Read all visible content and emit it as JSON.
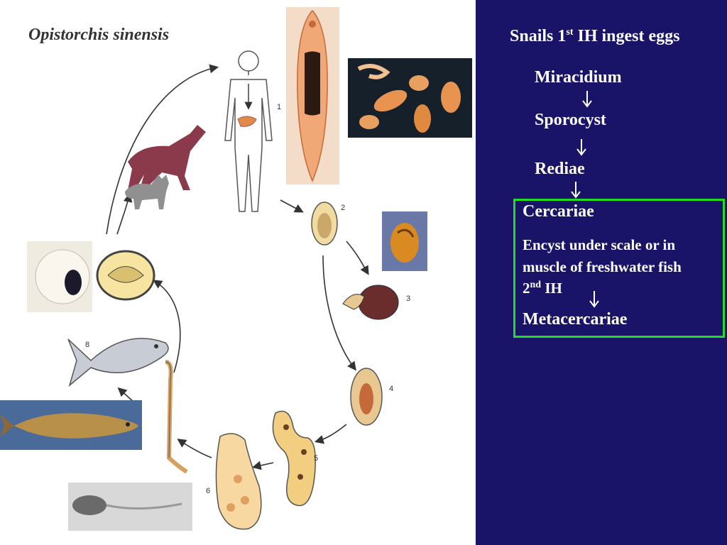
{
  "figure": {
    "title": "Opistorchis sinensis",
    "stage_numbers": [
      "1",
      "2",
      "3",
      "4",
      "5",
      "6",
      "8"
    ]
  },
  "text_panel": {
    "heading_pre": "Snails 1",
    "heading_sup": "st",
    "heading_post": " IH ingest eggs",
    "steps": [
      "Miracidium",
      "Sporocyst",
      "Rediae"
    ],
    "box": {
      "cercariae": "Cercariae",
      "encyst_line1": "Encyst under scale or in",
      "encyst_line2": "muscle of freshwater fish",
      "second_host_num": "2",
      "second_host_sup": "nd",
      "second_host_post": " IH",
      "metacercariae": "Metacercariae"
    }
  },
  "colors": {
    "panel_bg": "#1a1468",
    "box_border": "#22dd22",
    "text": "#ffffff"
  }
}
